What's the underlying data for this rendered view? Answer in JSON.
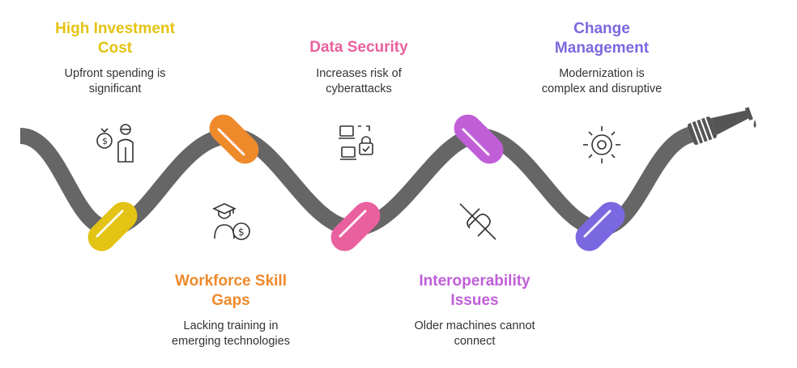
{
  "colors": {
    "hose": "#666666",
    "yellow": "#e3c313",
    "orange": "#ef8a2b",
    "pink": "#e9609e",
    "purple": "#c05ed8",
    "violet": "#7a68e0",
    "icon": "#333333"
  },
  "items": [
    {
      "title_line1": "High Investment",
      "title_line2": "Cost",
      "desc_line1": "Upfront spending is",
      "desc_line2": "significant",
      "color": "#e3c313",
      "icon": "money-person-icon"
    },
    {
      "title_line1": "Workforce Skill",
      "title_line2": "Gaps",
      "desc_line1": "Lacking training in",
      "desc_line2": "emerging technologies",
      "color": "#ef8a2b",
      "icon": "graduate-dollar-icon"
    },
    {
      "title_line1": "Data Security",
      "title_line2": "",
      "desc_line1": "Increases risk of",
      "desc_line2": "cyberattacks",
      "color": "#e9609e",
      "icon": "devices-lock-icon"
    },
    {
      "title_line1": "Interoperability",
      "title_line2": "Issues",
      "desc_line1": "Older machines cannot",
      "desc_line2": "connect",
      "color": "#c05ed8",
      "icon": "broken-link-icon"
    },
    {
      "title_line1": "Change",
      "title_line2": "Management",
      "desc_line1": "Modernization is",
      "desc_line2": "complex and disruptive",
      "color": "#7a68e0",
      "icon": "gear-sun-icon"
    }
  ]
}
